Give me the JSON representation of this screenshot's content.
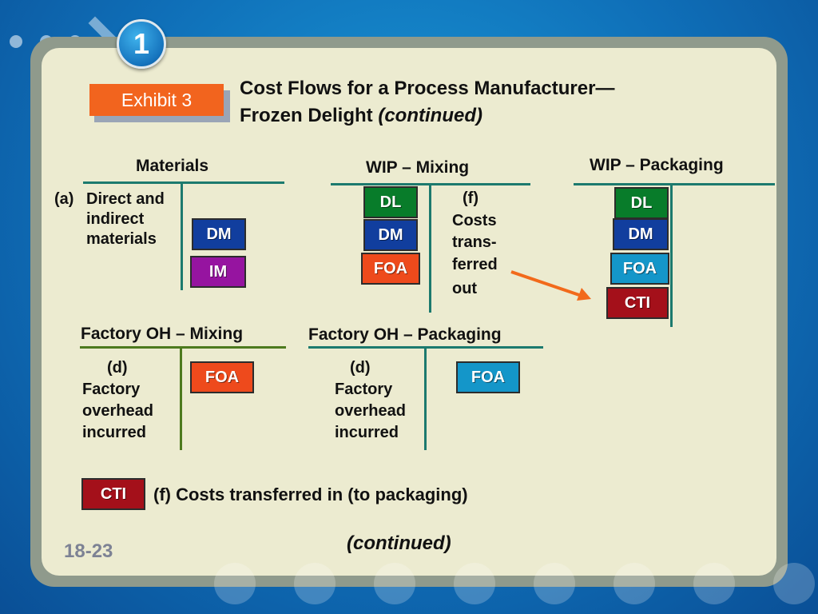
{
  "slide": {
    "number": "1",
    "exhibit_label": "Exhibit 3",
    "title_line1": "Cost Flows for a Process Manufacturer—",
    "title_line2": "Frozen Delight ",
    "title_italic": "(continued)",
    "page_number": "18-23",
    "continued": "(continued)"
  },
  "accounts": {
    "materials": {
      "title": "Materials",
      "entry_letter": "(a)",
      "entry_lines": [
        "Direct and",
        "indirect",
        "materials"
      ],
      "boxes": [
        "DM",
        "IM"
      ]
    },
    "wip_mixing": {
      "title": "WIP – Mixing",
      "boxes": [
        "DL",
        "DM",
        "FOA"
      ],
      "credit_lines": [
        "(f)",
        "Costs",
        "trans-",
        "ferred",
        "out"
      ]
    },
    "wip_packaging": {
      "title": "WIP – Packaging",
      "boxes": [
        "DL",
        "DM",
        "FOA",
        "CTI"
      ]
    },
    "foh_mixing": {
      "title": "Factory OH – Mixing",
      "entry_lines": [
        "(d)",
        "Factory",
        "overhead",
        "incurred"
      ],
      "box": "FOA"
    },
    "foh_packaging": {
      "title": "Factory OH – Packaging",
      "entry_lines": [
        "(d)",
        "Factory",
        "overhead",
        "incurred"
      ],
      "box": "FOA"
    }
  },
  "legend": {
    "box": "CTI",
    "text": "(f) Costs transferred in (to packaging)"
  },
  "colors": {
    "dl": "#087c2a",
    "dm": "#113e9e",
    "im": "#9614a0",
    "foa_mixing": "#ee4a1c",
    "foa_packaging": "#1496c9",
    "cti": "#a4101a",
    "exhibit": "#f2641e",
    "arrow": "#f26a1b"
  }
}
